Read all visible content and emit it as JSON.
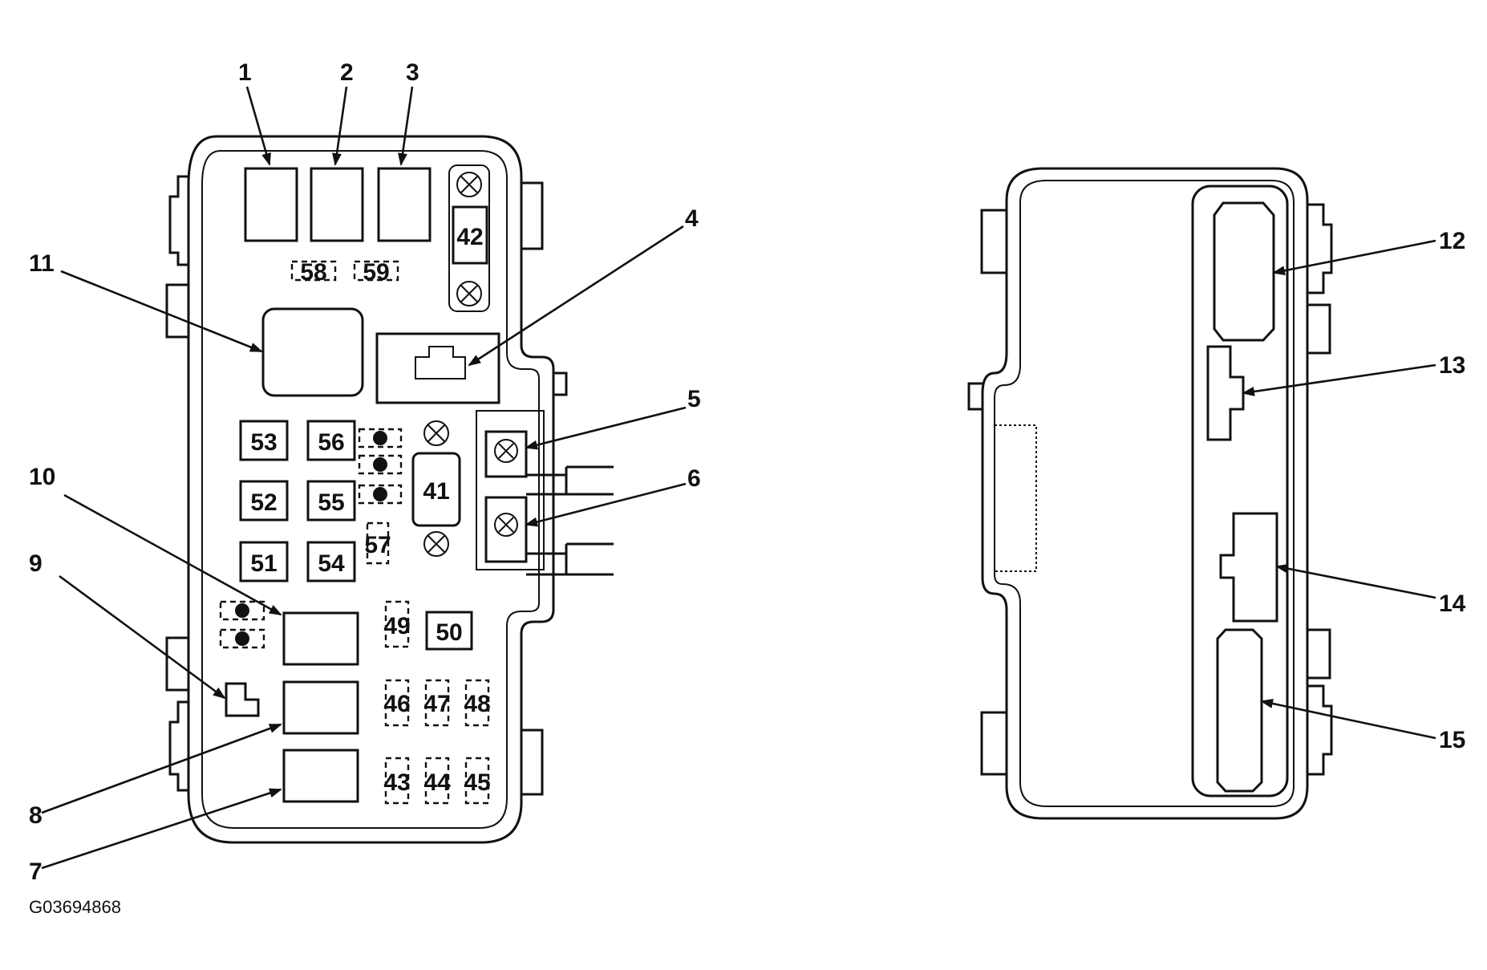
{
  "figure_code": "G03694868",
  "callouts": [
    {
      "id": "1",
      "label": "1"
    },
    {
      "id": "2",
      "label": "2"
    },
    {
      "id": "3",
      "label": "3"
    },
    {
      "id": "4",
      "label": "4"
    },
    {
      "id": "5",
      "label": "5"
    },
    {
      "id": "6",
      "label": "6"
    },
    {
      "id": "7",
      "label": "7"
    },
    {
      "id": "8",
      "label": "8"
    },
    {
      "id": "9",
      "label": "9"
    },
    {
      "id": "10",
      "label": "10"
    },
    {
      "id": "11",
      "label": "11"
    },
    {
      "id": "12",
      "label": "12"
    },
    {
      "id": "13",
      "label": "13"
    },
    {
      "id": "14",
      "label": "14"
    },
    {
      "id": "15",
      "label": "15"
    }
  ],
  "fuse_slots": [
    "41",
    "42",
    "43",
    "44",
    "45",
    "46",
    "47",
    "48",
    "49",
    "50",
    "51",
    "52",
    "53",
    "54",
    "55",
    "56",
    "57",
    "58",
    "59"
  ]
}
